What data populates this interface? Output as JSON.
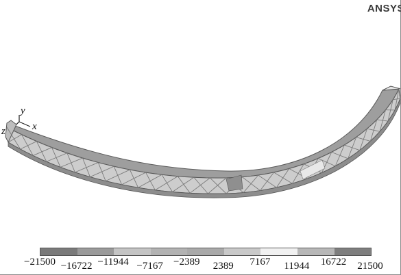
{
  "logo": {
    "text": "ANSYS"
  },
  "axes_triad": {
    "y": "y",
    "x": "x",
    "z": "z"
  },
  "model": {
    "name": "curved truss beam",
    "colors": {
      "light": "#d2d2d2",
      "mid": "#a6a6a6",
      "dark": "#6c6c6c",
      "edge": "#5a5a5a"
    }
  },
  "legend": {
    "band_colors": [
      "#7a7a7a",
      "#9a9a9a",
      "#c4c4c4",
      "#b2b2b2",
      "#a9a9a9",
      "#c9c9c9",
      "#f1f1f1",
      "#b7b7b7",
      "#7e7e7e"
    ],
    "ticks": [
      "−21500",
      "−16722",
      "−11944",
      "−7167",
      "−2389",
      "2389",
      "7167",
      "11944",
      "16722",
      "21500"
    ],
    "ticks_low": [
      false,
      true,
      false,
      true,
      false,
      true,
      false,
      true,
      false,
      true
    ]
  }
}
